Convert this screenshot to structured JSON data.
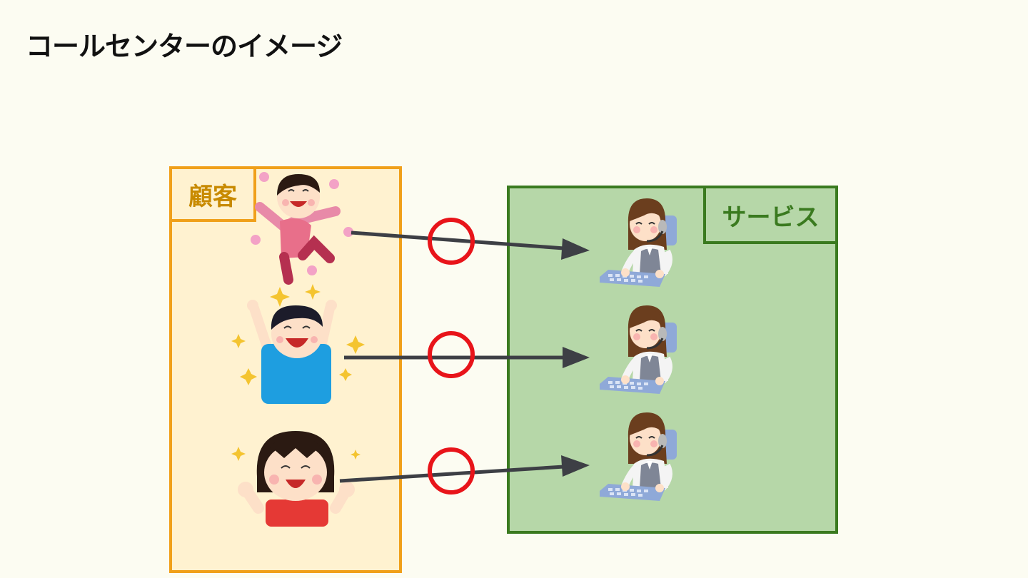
{
  "title": "コールセンターのイメージ",
  "customer": {
    "label": "顧客",
    "people": [
      {
        "icon": "jumping-woman-icon"
      },
      {
        "icon": "cheering-boy-icon"
      },
      {
        "icon": "happy-girl-icon"
      }
    ]
  },
  "service": {
    "label": "サービス",
    "operators": [
      {
        "icon": "operator-headset-icon"
      },
      {
        "icon": "operator-headset-icon"
      },
      {
        "icon": "operator-headset-icon"
      }
    ]
  },
  "connections": [
    {
      "status": "ok",
      "mark": "circle"
    },
    {
      "status": "ok",
      "mark": "circle"
    },
    {
      "status": "ok",
      "mark": "circle"
    }
  ],
  "colors": {
    "customer_border": "#f0a01a",
    "customer_fill": "#fff2d0",
    "service_border": "#3a7a1f",
    "service_fill": "#b6d7a8",
    "arrow": "#3d3f45",
    "ok_mark": "#e8141a"
  }
}
